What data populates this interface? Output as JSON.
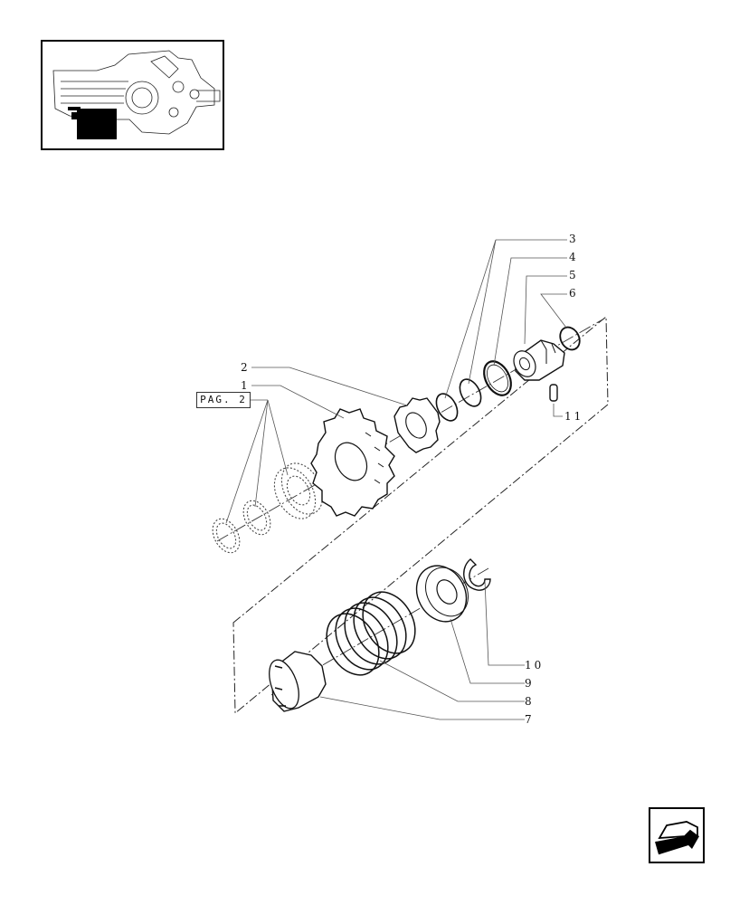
{
  "callouts": {
    "c1": "1",
    "c2": "2",
    "c3": "3",
    "c4": "4",
    "c5": "5",
    "c6": "6",
    "c7": "7",
    "c8": "8",
    "c9": "9",
    "c10": "10",
    "c11": "11"
  },
  "page_ref": "PAG. 2",
  "icons": {
    "thumbnail": "transmission-overview-thumbnail",
    "nav": "previous-page-arrow-icon"
  }
}
